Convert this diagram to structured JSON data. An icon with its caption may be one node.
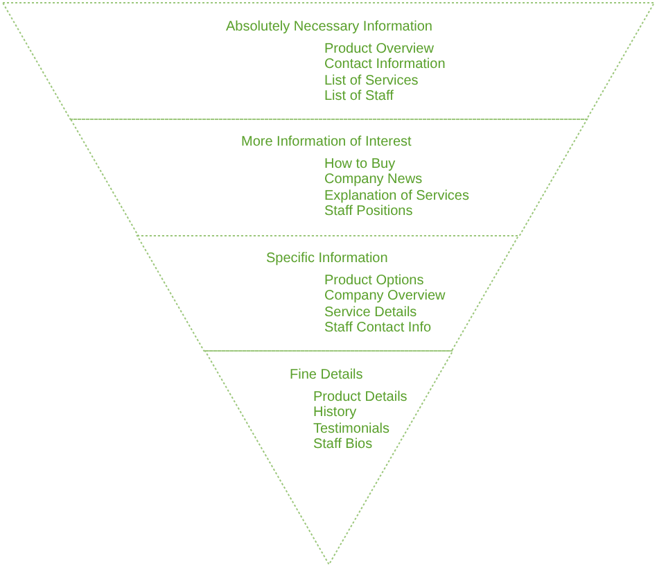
{
  "diagram": {
    "nodes": [
      {
        "text": [
          "Absolutely Necessary Information",
          "Product Overview",
          "Contact Information",
          "List of Services",
          "List of Staff"
        ]
      },
      {
        "text": [
          "More Information of Interest",
          "How to Buy",
          "Company News",
          "Explanation of Services",
          "Staff Positions"
        ]
      },
      {
        "text": [
          "Specific Information",
          "Product Options",
          "Company Overview",
          "Service Details",
          "Staff Contact Info"
        ]
      },
      {
        "text": [
          "Fine Details",
          "Product Details",
          "History",
          "Testimonials",
          "Staff Bios"
        ]
      }
    ]
  }
}
